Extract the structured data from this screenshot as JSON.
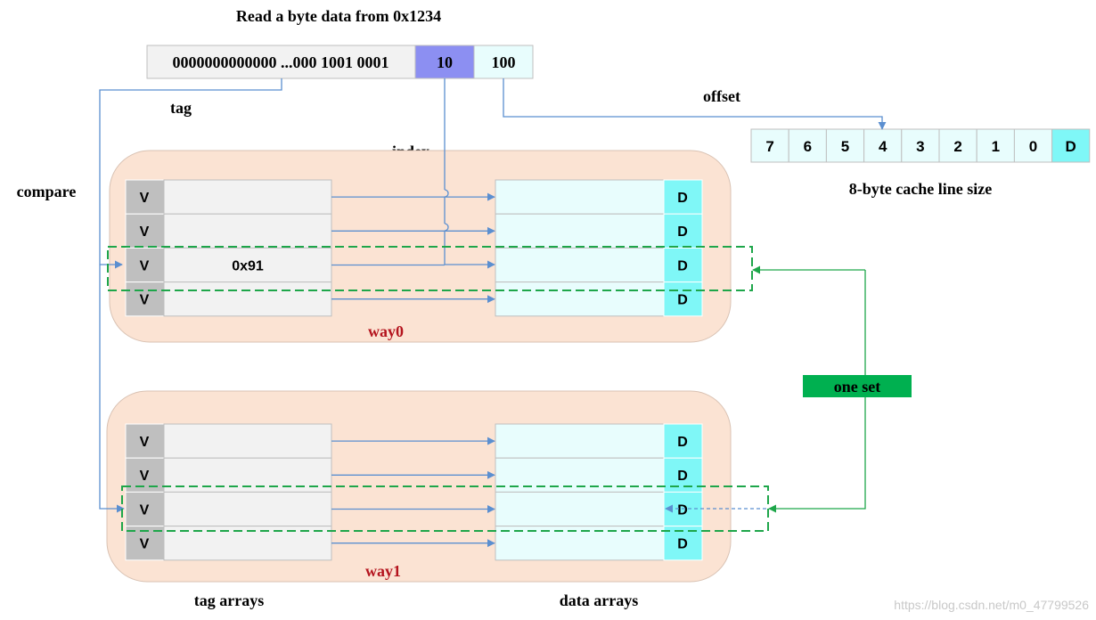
{
  "title": "Read a byte data from 0x1234",
  "address": {
    "tag_bits": "0000000000000 ...000 1001 0001",
    "index_bits": "10",
    "offset_bits": "100"
  },
  "labels": {
    "tag": "tag",
    "offset": "offset",
    "index": "index",
    "compare": "compare",
    "cache_line_size": "8-byte cache line size",
    "one_set": "one set",
    "tag_arrays": "tag arrays",
    "data_arrays": "data arrays"
  },
  "cache_line_bytes": [
    "7",
    "6",
    "5",
    "4",
    "3",
    "2",
    "1",
    "0",
    "D"
  ],
  "ways": [
    {
      "name": "way0",
      "rows": [
        {
          "valid": "V",
          "tag": "",
          "dirty": "D"
        },
        {
          "valid": "V",
          "tag": "",
          "dirty": "D"
        },
        {
          "valid": "V",
          "tag": "0x91",
          "dirty": "D"
        },
        {
          "valid": "V",
          "tag": "",
          "dirty": "D"
        }
      ]
    },
    {
      "name": "way1",
      "rows": [
        {
          "valid": "V",
          "tag": "",
          "dirty": "D"
        },
        {
          "valid": "V",
          "tag": "",
          "dirty": "D"
        },
        {
          "valid": "V",
          "tag": "",
          "dirty": "D"
        },
        {
          "valid": "V",
          "tag": "",
          "dirty": "D"
        }
      ]
    }
  ],
  "watermark": "https://blog.csdn.net/m0_47799526",
  "colors": {
    "way_bg": "#fbe3d3",
    "valid_bg": "#bfbfbf",
    "tag_cell_bg": "#f2f2f2",
    "data_cell_bg": "#e8fdfd",
    "dirty_bg": "#7ff7f7",
    "index_bg": "#8c8ff2",
    "offset_bg": "#e8fdfd",
    "arrow": "#5b8fd0",
    "set_green": "#1ea64a",
    "way_label": "#b4141e"
  }
}
